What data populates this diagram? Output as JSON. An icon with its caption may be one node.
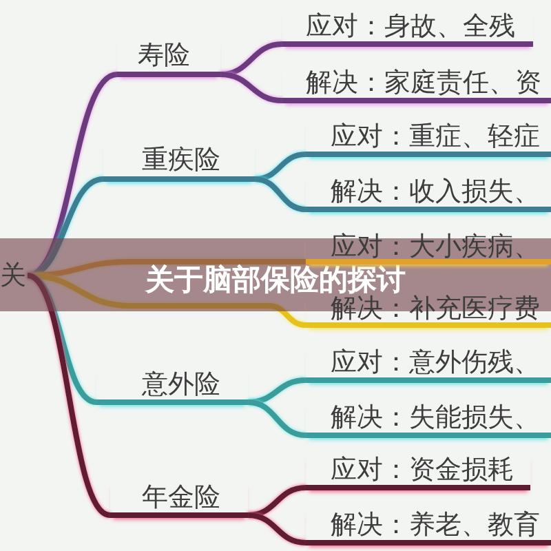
{
  "diagram": {
    "title": "关于脑部保险的探讨",
    "nodes": [
      {
        "text": [
          "关"
        ]
      },
      {
        "text": [
          "寿险"
        ]
      },
      {
        "text": [
          "应对：身故、全残"
        ]
      },
      {
        "text": [
          "解决：家庭责任、资"
        ]
      },
      {
        "text": [
          "重疾险"
        ]
      },
      {
        "text": [
          "应对：重症、轻症"
        ]
      },
      {
        "text": [
          "解决：收入损失、"
        ]
      },
      {
        "text": [
          "应对：大小疾病、"
        ]
      },
      {
        "text": [
          "解决：补充医疗费"
        ]
      },
      {
        "text": [
          "意外险"
        ]
      },
      {
        "text": [
          "应对：意外伤残、"
        ]
      },
      {
        "text": [
          "解决：失能损失、"
        ]
      },
      {
        "text": [
          "年金险"
        ]
      },
      {
        "text": [
          "应对：资金损耗"
        ]
      },
      {
        "text": [
          "解决：养老、教育"
        ]
      }
    ],
    "edges": [
      {
        "from": 0,
        "to": 1,
        "arrow": "none",
        "color": "#6b3a7d"
      },
      {
        "from": 1,
        "to": 2,
        "arrow": "none",
        "color": "#6b3a7d"
      },
      {
        "from": 1,
        "to": 3,
        "arrow": "none",
        "color": "#6b3a7d"
      },
      {
        "from": 0,
        "to": 4,
        "arrow": "none",
        "color": "#3d7e93"
      },
      {
        "from": 4,
        "to": 5,
        "arrow": "none",
        "color": "#3d7e93"
      },
      {
        "from": 4,
        "to": 6,
        "arrow": "none",
        "color": "#3d7e93"
      },
      {
        "from": 0,
        "to": 7,
        "arrow": "none",
        "color": "#e2a12a"
      },
      {
        "from": 0,
        "to": 8,
        "arrow": "none",
        "color": "#e6c21e"
      },
      {
        "from": 0,
        "to": 9,
        "arrow": "none",
        "color": "#3a9c9c"
      },
      {
        "from": 9,
        "to": 10,
        "arrow": "none",
        "color": "#3a9c9c"
      },
      {
        "from": 9,
        "to": 11,
        "arrow": "none",
        "color": "#3a9c9c"
      },
      {
        "from": 0,
        "to": 12,
        "arrow": "none",
        "color": "#5e1c33"
      },
      {
        "from": 12,
        "to": 13,
        "arrow": "none",
        "color": "#5e1c33"
      },
      {
        "from": 12,
        "to": 14,
        "arrow": "none",
        "color": "#5e1c33"
      }
    ]
  }
}
